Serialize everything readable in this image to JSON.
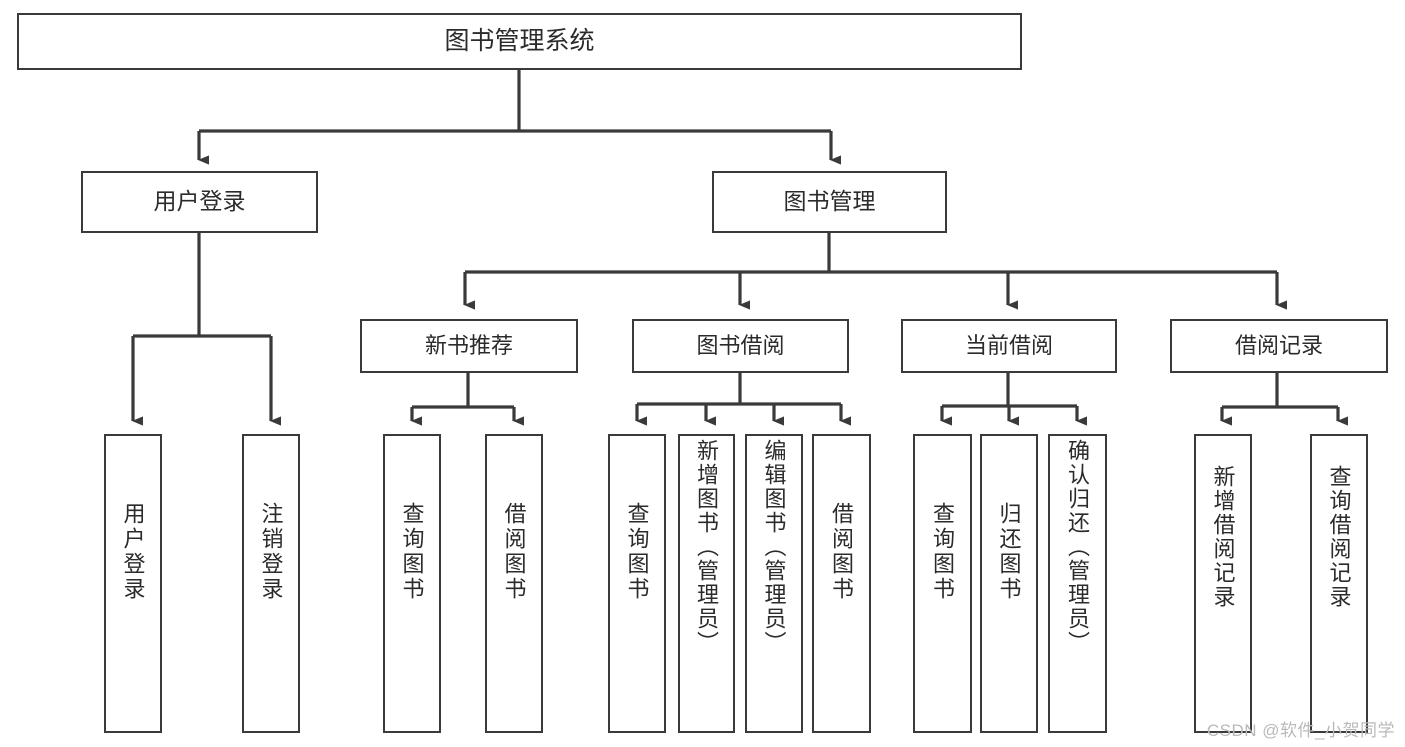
{
  "diagram": {
    "title": "图书管理系统",
    "type": "tree-hierarchy",
    "watermark": "CSDN @软件_小贺同学",
    "colors": {
      "background": "#ffffff",
      "box_border": "#3a3a3a",
      "box_fill": "#ffffff",
      "text": "#2b2b2b",
      "connector": "#3a3a3a",
      "watermark": "#b9b9b9"
    },
    "root": {
      "label": "图书管理系统"
    },
    "level1": [
      {
        "id": "user-login",
        "label": "用户登录"
      },
      {
        "id": "book-management",
        "label": "图书管理"
      }
    ],
    "level2": [
      {
        "id": "new-book-recommend",
        "label": "新书推荐",
        "parent": "book-management"
      },
      {
        "id": "book-borrow",
        "label": "图书借阅",
        "parent": "book-management"
      },
      {
        "id": "current-borrow",
        "label": "当前借阅",
        "parent": "book-management"
      },
      {
        "id": "borrow-record",
        "label": "借阅记录",
        "parent": "book-management"
      }
    ],
    "leaves": {
      "user_login": [
        {
          "id": "leaf-user-login",
          "label": "用户登录"
        },
        {
          "id": "leaf-user-logout",
          "label": "注销登录"
        }
      ],
      "new_book_recommend": [
        {
          "id": "leaf-query-book-1",
          "label": "查询图书"
        },
        {
          "id": "leaf-borrow-book-1",
          "label": "借阅图书"
        }
      ],
      "book_borrow": [
        {
          "id": "leaf-query-book-2",
          "label": "查询图书"
        },
        {
          "id": "leaf-add-book",
          "label": "新增图书（管理员）"
        },
        {
          "id": "leaf-edit-book",
          "label": "编辑图书（管理员）"
        },
        {
          "id": "leaf-borrow-book-2",
          "label": "借阅图书"
        }
      ],
      "current_borrow": [
        {
          "id": "leaf-query-book-3",
          "label": "查询图书"
        },
        {
          "id": "leaf-return-book",
          "label": "归还图书"
        },
        {
          "id": "leaf-confirm-return",
          "label": "确认归还（管理员）"
        }
      ],
      "borrow_record": [
        {
          "id": "leaf-add-record",
          "label": "新增借阅记录"
        },
        {
          "id": "leaf-query-record",
          "label": "查询借阅记录"
        }
      ]
    }
  }
}
